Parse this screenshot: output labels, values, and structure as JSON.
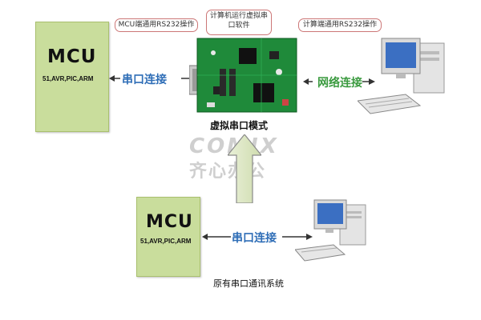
{
  "top_labels": {
    "left": "MCU端通用RS232操作",
    "center": "计算机运行虚拟串口软件",
    "right": "计算端通用RS232操作"
  },
  "mcu_top": {
    "title": "MCU",
    "subtitle": "51,AVR,PIC,ARM"
  },
  "mcu_bottom": {
    "title": "MCU",
    "subtitle": "51,AVR,PIC,ARM"
  },
  "links": {
    "serial_top": "串口连接",
    "network": "网络连接",
    "serial_bottom": "串口连接"
  },
  "captions": {
    "board": "虚拟串口模式",
    "original": "原有串口通讯系统"
  },
  "watermark": {
    "brand": "COMIX",
    "name": "齐心办公"
  },
  "colors": {
    "mcu_green": "#c9dd9c",
    "serial_blue": "#2f6eb7",
    "network_green": "#3a9a3f",
    "board_green": "#1f8a3a",
    "bubble_border": "#cc7777"
  },
  "icons": [
    "circuit-board-icon",
    "desktop-computer-icon",
    "double-arrow-icon",
    "up-arrow-icon"
  ]
}
